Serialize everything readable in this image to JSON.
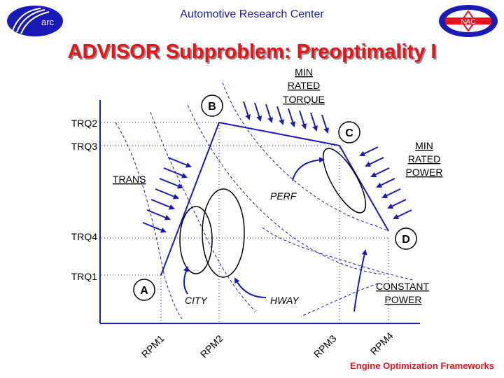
{
  "header": {
    "title": "Automotive Research Center",
    "footer": "Engine Optimization Frameworks",
    "logo_left_text": "arc",
    "logo_right_text": "NAC"
  },
  "slide": {
    "title": "ADVISOR Subproblem: Preoptimality I"
  },
  "diagram": {
    "torque_levels": [
      "TRQ2",
      "TRQ3",
      "TRQ4",
      "TRQ1"
    ],
    "rpm_levels": [
      "RPM1",
      "RPM2",
      "RPM3",
      "RPM4"
    ],
    "points": [
      "A",
      "B",
      "C",
      "D"
    ],
    "labels": {
      "trans": "TRANS",
      "perf": "PERF",
      "city": "CITY",
      "hway": "HWAY",
      "min_rated_torque": [
        "MIN",
        "RATED",
        "TORQUE"
      ],
      "min_rated_power": [
        "MIN",
        "RATED",
        "POWER"
      ],
      "constant_power": [
        "CONSTANT",
        "POWER"
      ]
    },
    "colors": {
      "line": "#1a1ab8",
      "title": "#e8141c"
    }
  }
}
